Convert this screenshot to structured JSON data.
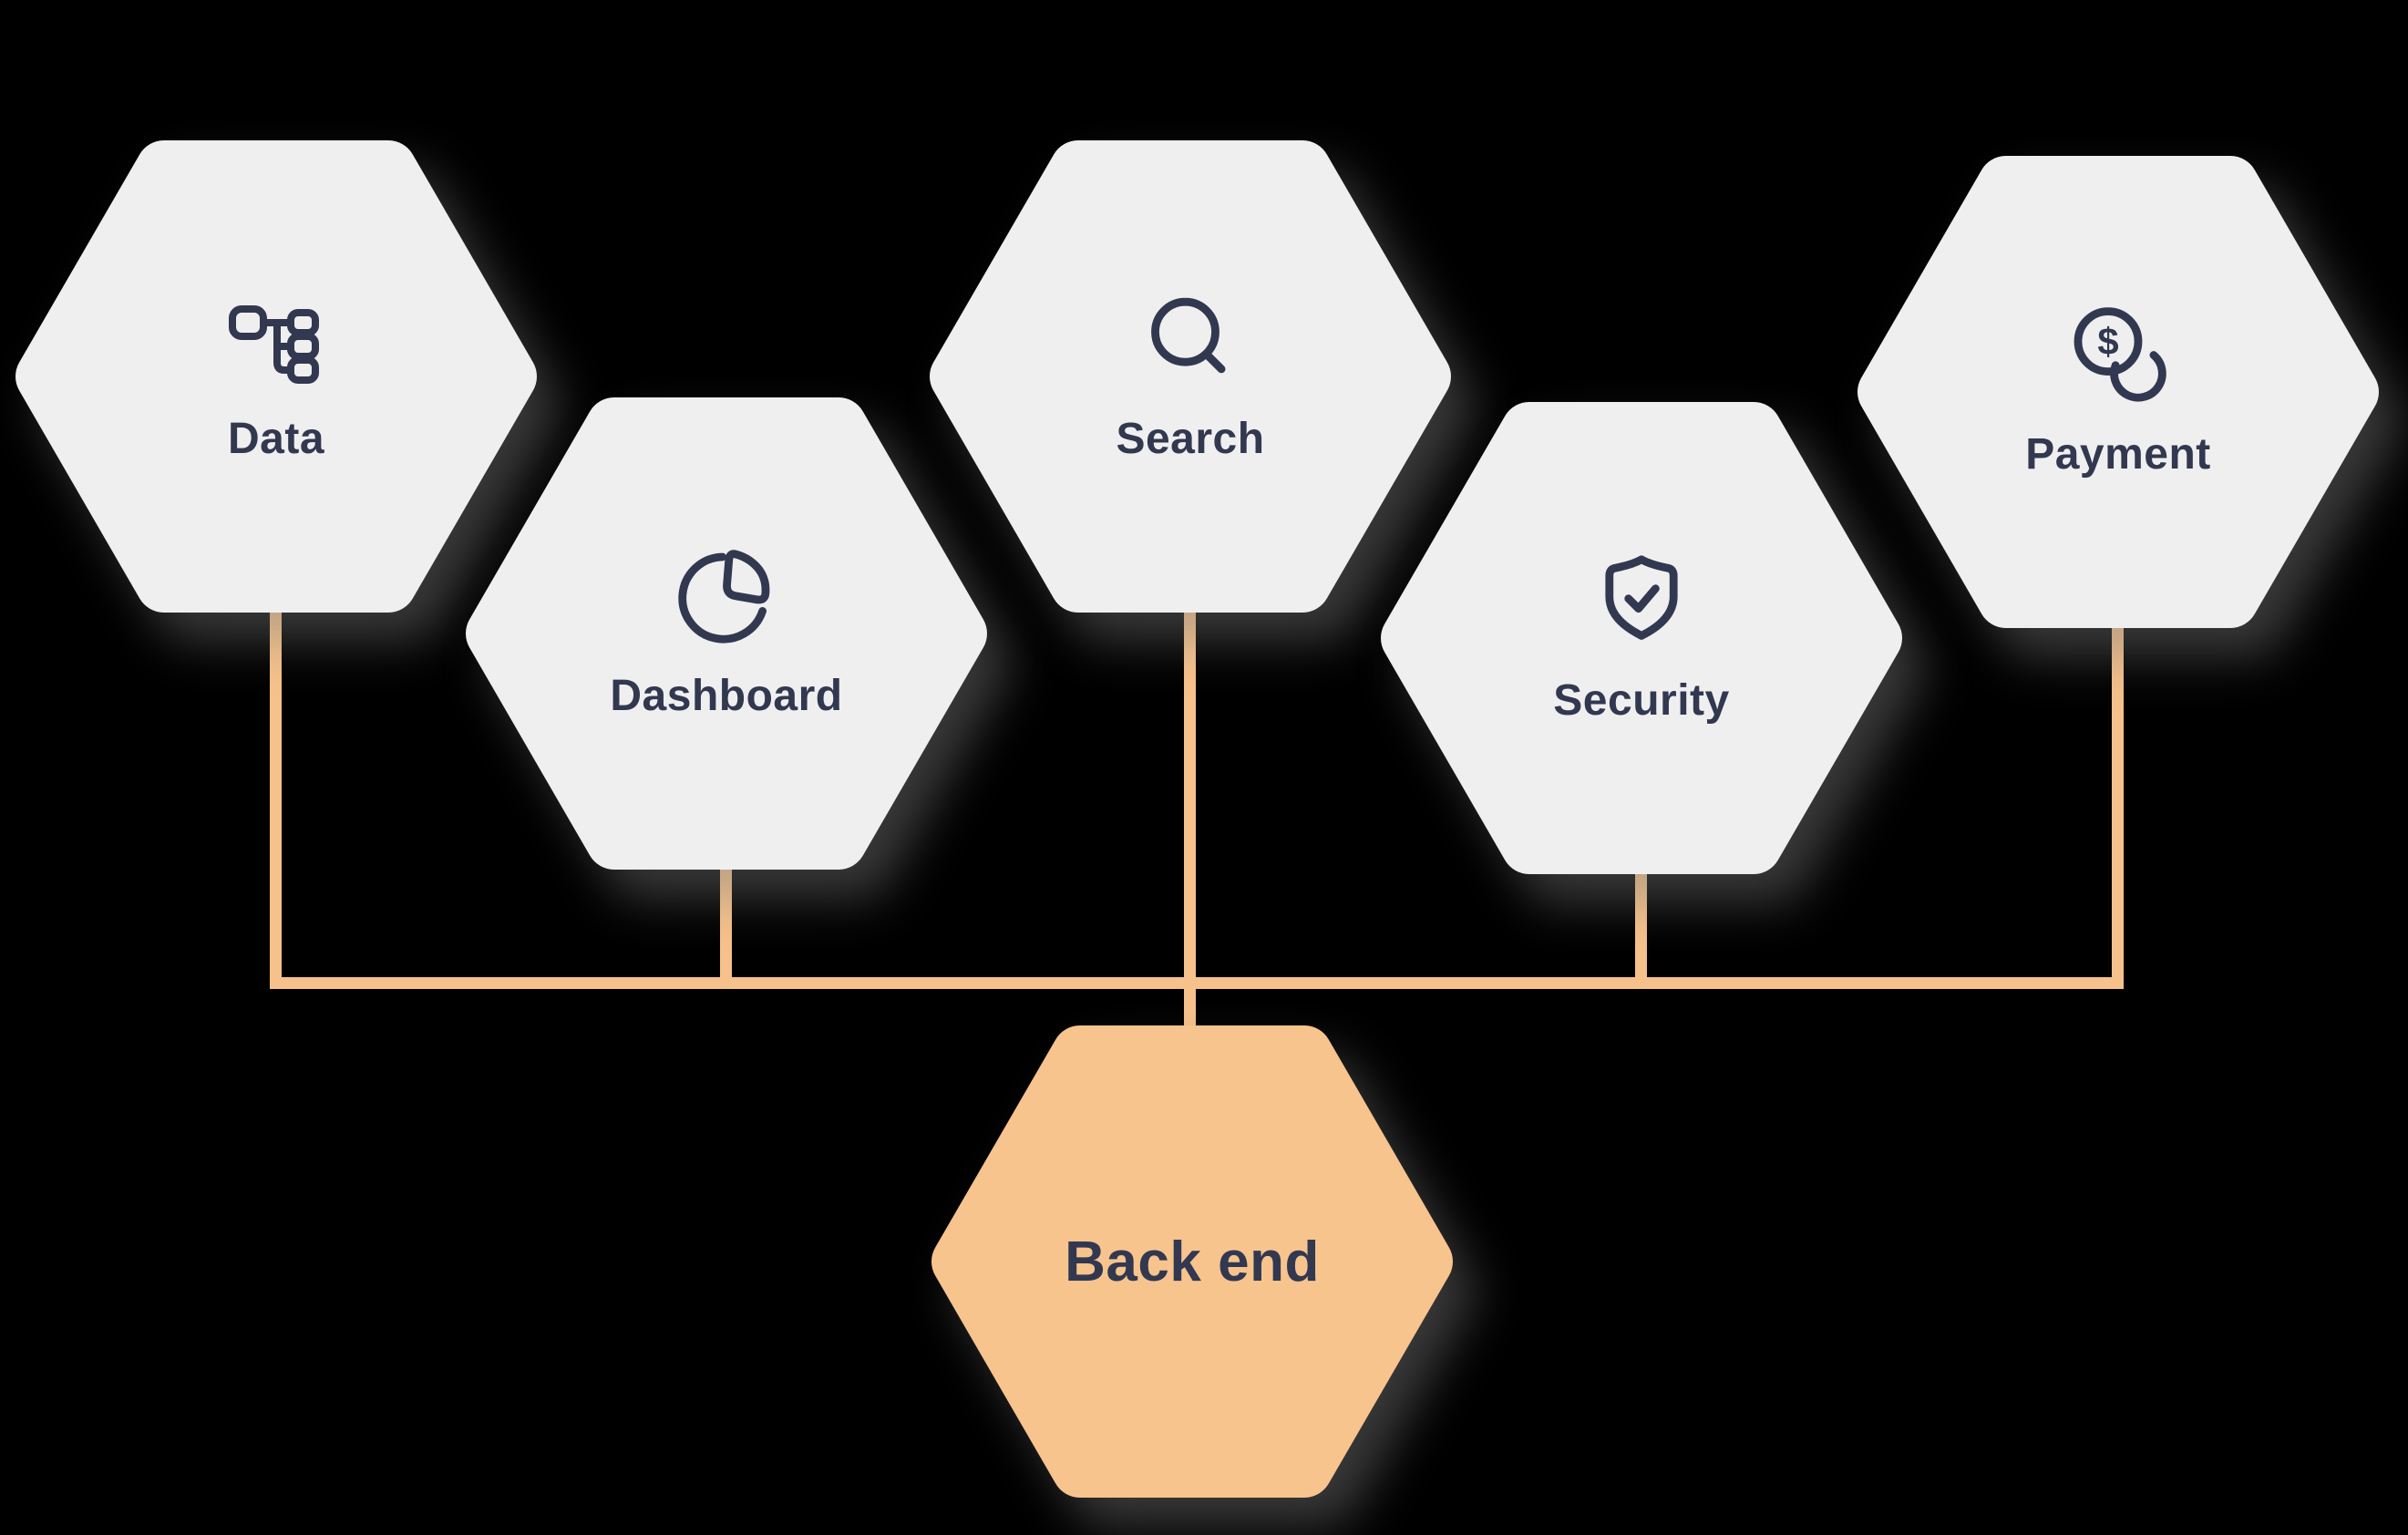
{
  "diagram": {
    "title": "",
    "background": "#000000",
    "nodes": [
      {
        "label": "Data",
        "icon": "sitemap-icon"
      },
      {
        "label": "Dashboard",
        "icon": "pie-chart-icon"
      },
      {
        "label": "Search",
        "icon": "magnifier-icon"
      },
      {
        "label": "Security",
        "icon": "shield-check-icon"
      },
      {
        "label": "Payment",
        "icon": "coins-icon"
      }
    ],
    "hub": {
      "label": "Back end"
    },
    "edges": [
      {
        "from": "Data",
        "to": "Back end"
      },
      {
        "from": "Dashboard",
        "to": "Back end"
      },
      {
        "from": "Search",
        "to": "Back end"
      },
      {
        "from": "Security",
        "to": "Back end"
      },
      {
        "from": "Payment",
        "to": "Back end"
      }
    ],
    "colors": {
      "node_fill": "#f0eff0",
      "hub_fill": "#f8c48e",
      "connector": "#f6c18a",
      "text": "#323850"
    }
  }
}
